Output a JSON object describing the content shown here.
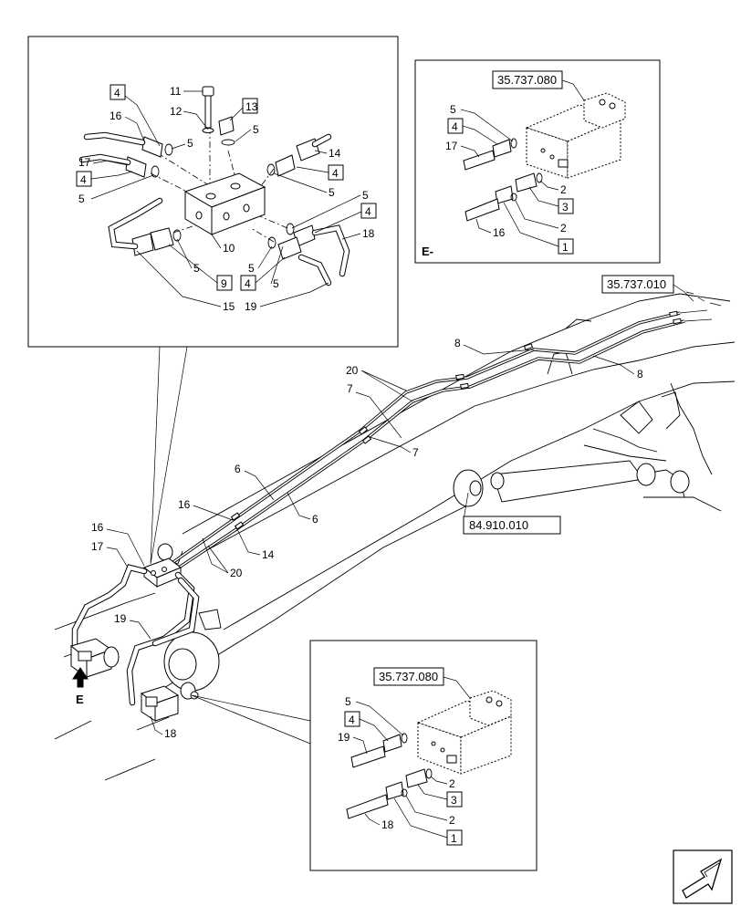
{
  "refs": {
    "r_35737080": "35.737.080",
    "r_35737010": "35.737.010",
    "r_84910010": "84.910.010"
  },
  "view_label": "E",
  "view_tag": "E-",
  "top_left_detail": {
    "items": {
      "n11": "11",
      "n12": "12",
      "n13": "13",
      "n16": "16",
      "n17": "17",
      "n5a": "5",
      "n5b": "5",
      "n5c": "5",
      "n5d": "5",
      "n5e": "5",
      "n5f": "5",
      "n5g": "5",
      "n5h": "5",
      "n4a": "4",
      "n4b": "4",
      "n4c": "4",
      "n4d": "4",
      "n14": "14",
      "n10": "10",
      "n9": "9",
      "n15": "15",
      "n19": "19",
      "n18": "18"
    }
  },
  "top_right_detail": {
    "items": {
      "n5": "5",
      "n4": "4",
      "n17": "17",
      "n2a": "2",
      "n3": "3",
      "n2b": "2",
      "n16": "16",
      "n1": "1"
    }
  },
  "bottom_detail": {
    "items": {
      "n5": "5",
      "n4": "4",
      "n19": "19",
      "n2a": "2",
      "n3": "3",
      "n2b": "2",
      "n18": "18",
      "n1": "1"
    }
  },
  "main_view": {
    "items": {
      "n8a": "8",
      "n8b": "8",
      "n20a": "20",
      "n20b": "20",
      "n7a": "7",
      "n7b": "7",
      "n6a": "6",
      "n6b": "6",
      "n16a": "16",
      "n16b": "16",
      "n14": "14",
      "n17": "17",
      "n19": "19",
      "n18": "18"
    }
  }
}
